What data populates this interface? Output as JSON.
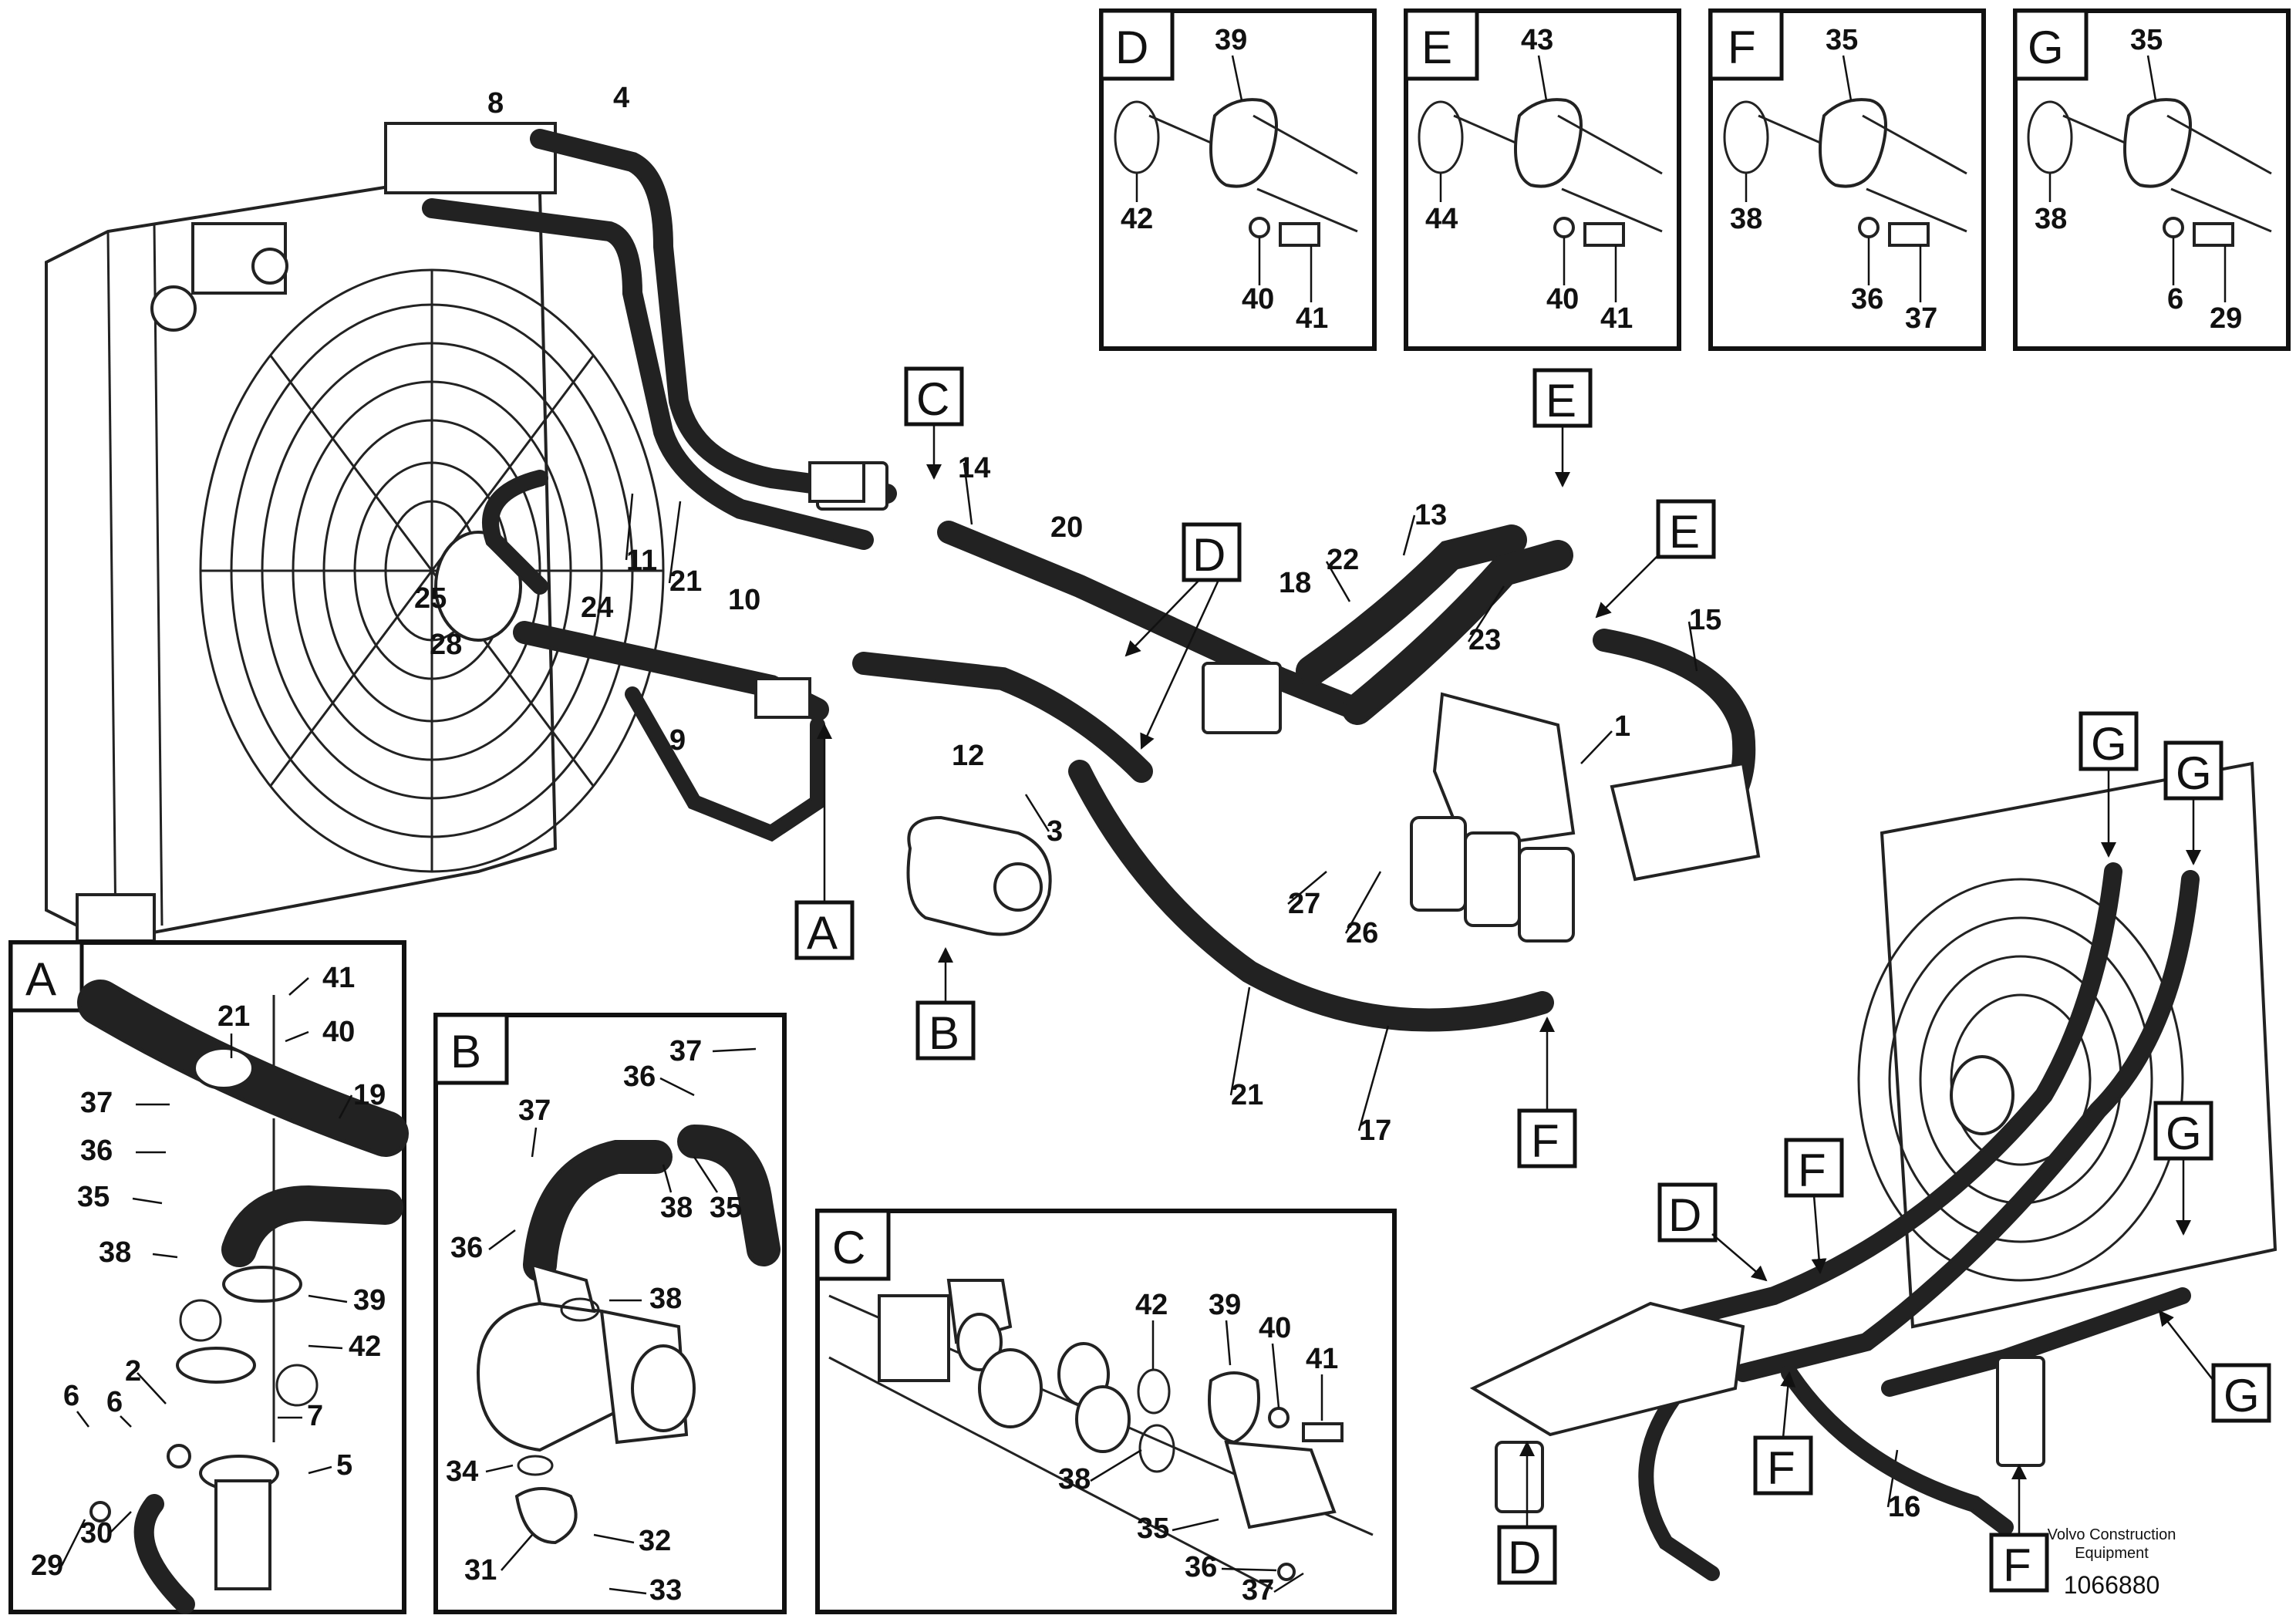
{
  "footer": {
    "brand_line1": "Volvo Construction",
    "brand_line2": "Equipment",
    "doc_number": "1066880"
  },
  "detail_views": {
    "A": "A",
    "B": "B",
    "C": "C",
    "D": "D",
    "E": "E",
    "F": "F",
    "G": "G"
  },
  "main_callouts": {
    "c1": "1",
    "c3": "3",
    "c4": "4",
    "c8": "8",
    "c9": "9",
    "c10": "10",
    "c11": "11",
    "c12": "12",
    "c13": "13",
    "c14": "14",
    "c15": "15",
    "c16": "16",
    "c17": "17",
    "c18": "18",
    "c20": "20",
    "c21a": "21",
    "c21b": "21",
    "c22": "22",
    "c23": "23",
    "c24": "24",
    "c25": "25",
    "c26": "26",
    "c27": "27",
    "c28": "28"
  },
  "detail_D": {
    "p39": "39",
    "p42": "42",
    "p40": "40",
    "p41": "41"
  },
  "detail_E": {
    "p43": "43",
    "p44": "44",
    "p40": "40",
    "p41": "41"
  },
  "detail_F": {
    "p35": "35",
    "p38": "38",
    "p36": "36",
    "p37": "37"
  },
  "detail_G": {
    "p35": "35",
    "p38": "38",
    "p6": "6",
    "p29": "29"
  },
  "detail_A": {
    "p41": "41",
    "p40": "40",
    "p21": "21",
    "p19": "19",
    "p37": "37",
    "p36": "36",
    "p35": "35",
    "p38": "38",
    "p39": "39",
    "p42": "42",
    "p2": "2",
    "p6a": "6",
    "p6b": "6",
    "p7": "7",
    "p5": "5",
    "p29": "29",
    "p30": "30"
  },
  "detail_B": {
    "p37a": "37",
    "p36a": "36",
    "p37b": "37",
    "p36b": "36",
    "p38a": "38",
    "p35": "35",
    "p38b": "38",
    "p34": "34",
    "p31": "31",
    "p32": "32",
    "p33": "33"
  },
  "detail_C": {
    "p42": "42",
    "p39": "39",
    "p40": "40",
    "p41": "41",
    "p38": "38",
    "p35": "35",
    "p36": "36",
    "p37": "37"
  }
}
